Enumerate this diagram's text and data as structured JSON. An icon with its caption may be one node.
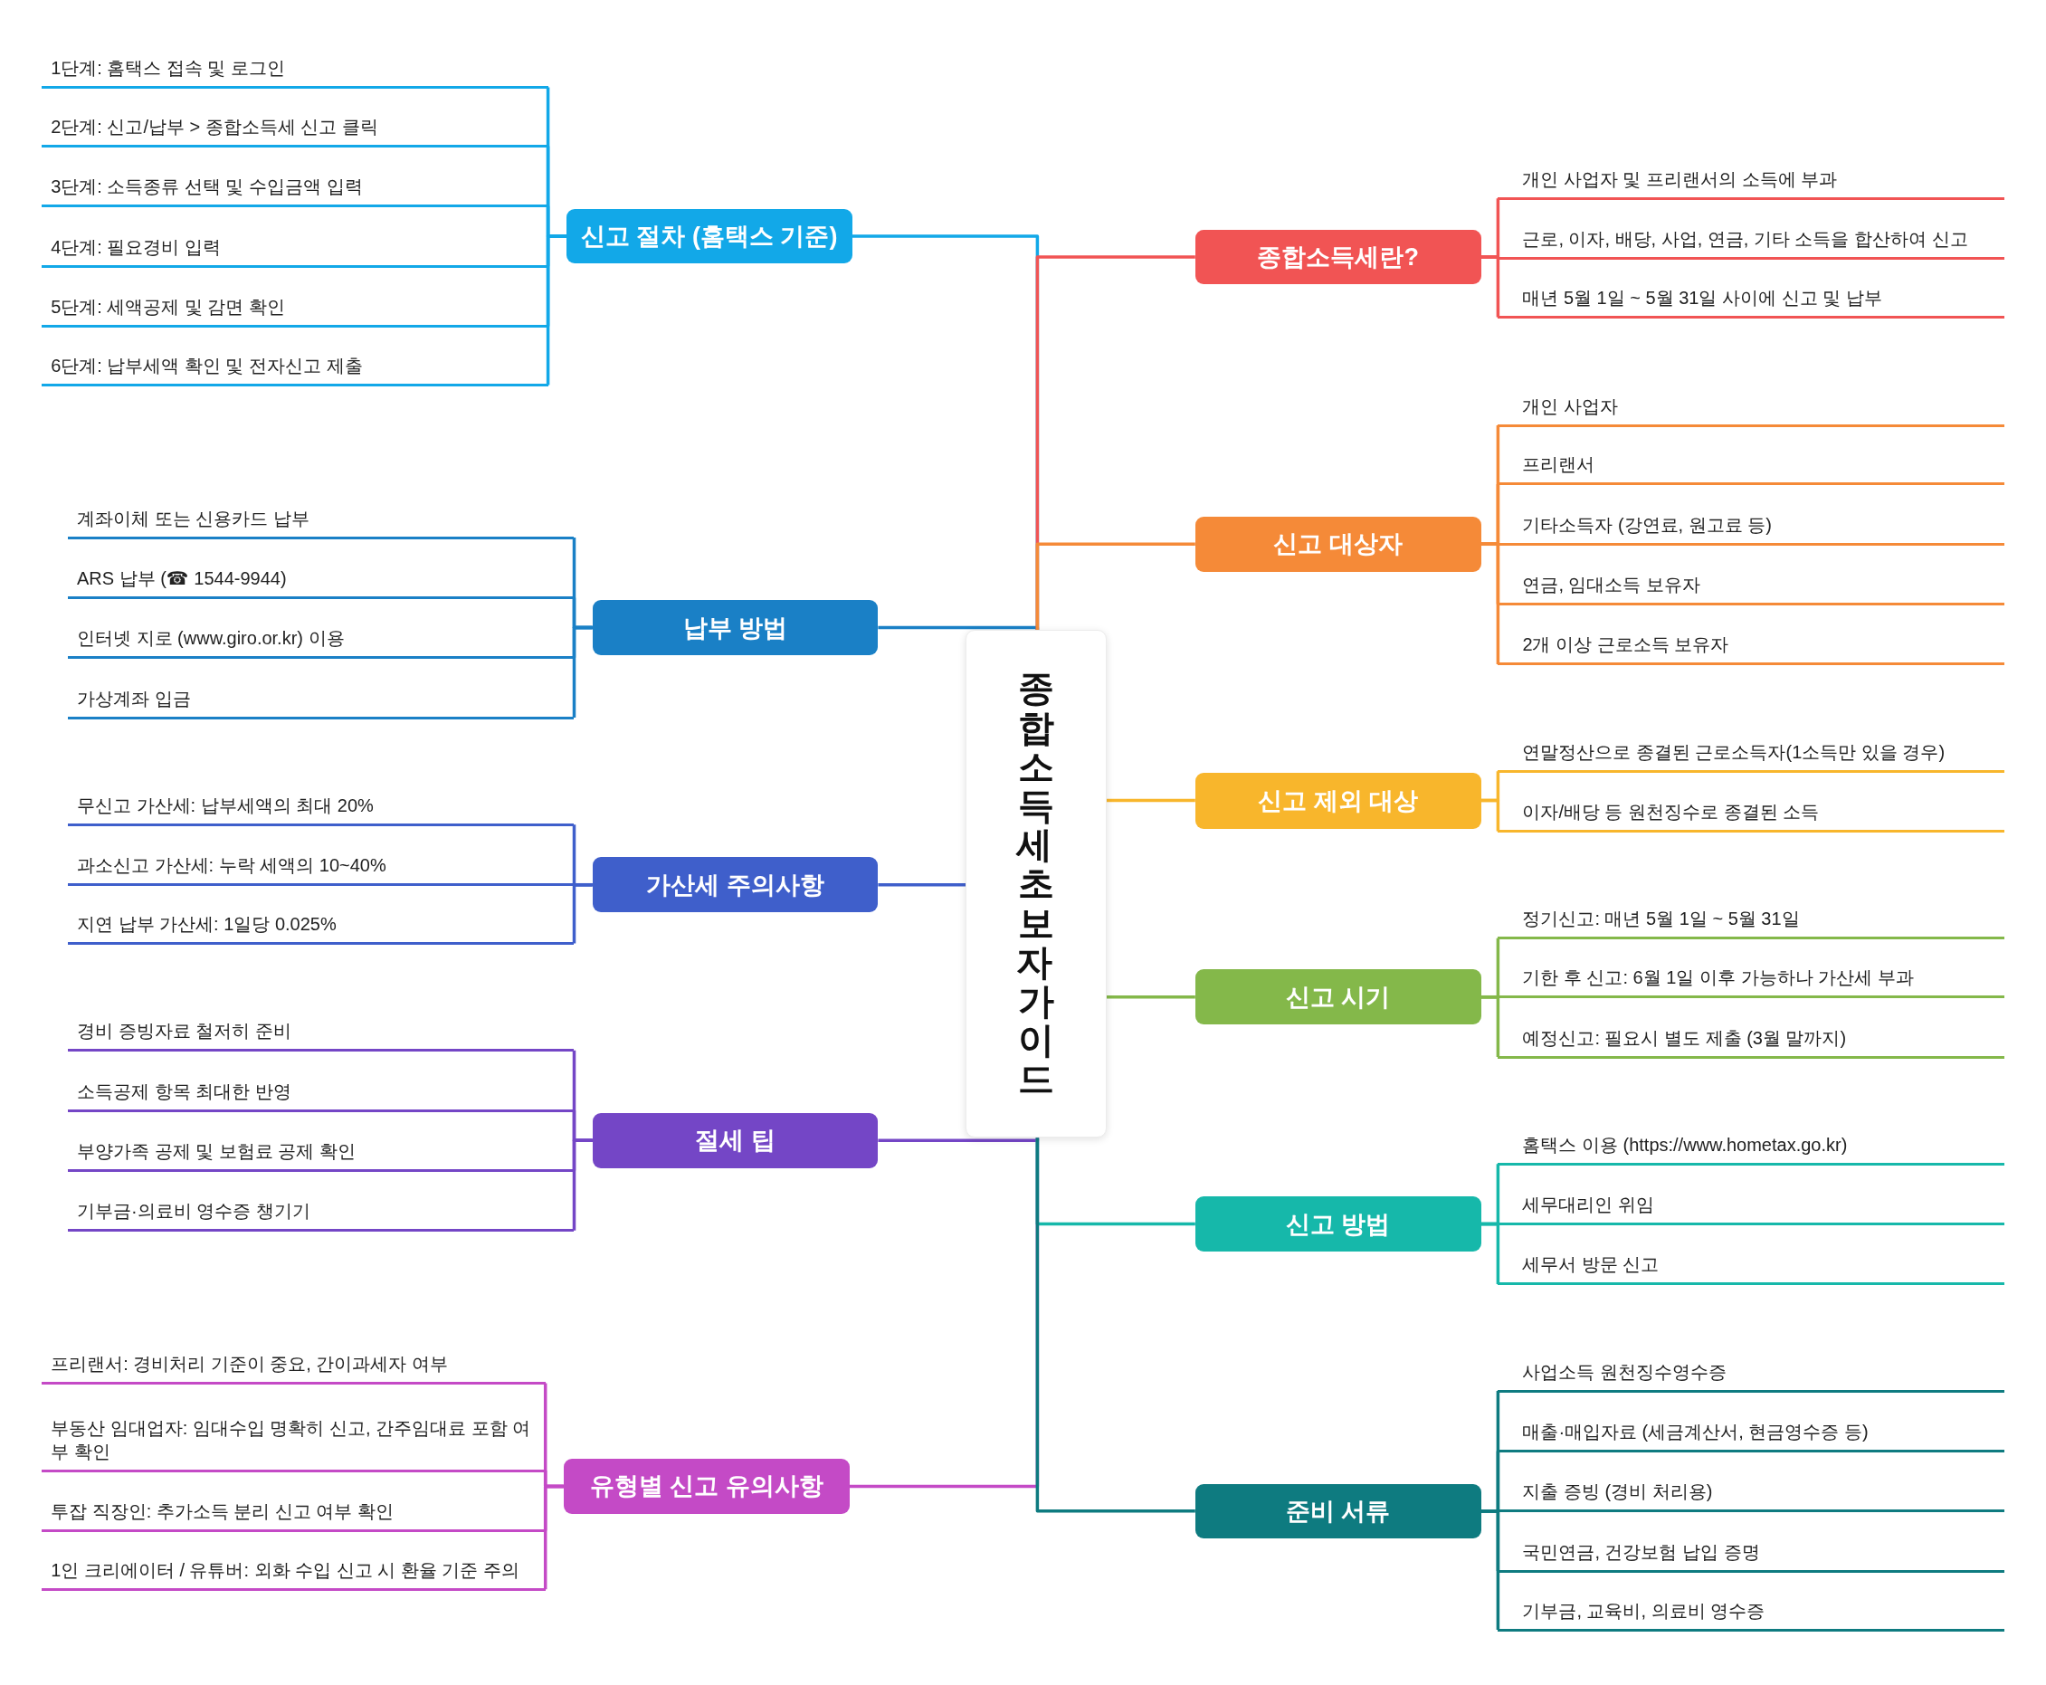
{
  "diagram": {
    "nodes": [
      {
        "text": [
          "종합소득세 초보자 가이드"
        ]
      },
      {
        "text": [
          "신고 절차 (홈택스 기준)"
        ]
      },
      {
        "text": [
          "1단계: 홈택스 접속 및 로그인"
        ]
      },
      {
        "text": [
          "2단계: 신고/납부 > 종합소득세 신고 클릭"
        ]
      },
      {
        "text": [
          "3단계: 소득종류 선택 및 수입금액 입력"
        ]
      },
      {
        "text": [
          "4단계: 필요경비 입력"
        ]
      },
      {
        "text": [
          "5단계: 세액공제 및 감면 확인"
        ]
      },
      {
        "text": [
          "6단계: 납부세액 확인 및 전자신고 제출"
        ]
      },
      {
        "text": [
          "납부 방법"
        ]
      },
      {
        "text": [
          "계좌이체 또는 신용카드 납부"
        ]
      },
      {
        "text": [
          "ARS 납부 (☎ 1544-9944)"
        ]
      },
      {
        "text": [
          "인터넷 지로 (www.giro.or.kr) 이용"
        ]
      },
      {
        "text": [
          "가상계좌 입금"
        ]
      },
      {
        "text": [
          "가산세 주의사항"
        ]
      },
      {
        "text": [
          "무신고 가산세: 납부세액의 최대 20%"
        ]
      },
      {
        "text": [
          "과소신고 가산세: 누락 세액의 10~40%"
        ]
      },
      {
        "text": [
          "지연 납부 가산세: 1일당 0.025%"
        ]
      },
      {
        "text": [
          "절세 팁"
        ]
      },
      {
        "text": [
          "경비 증빙자료 철저히 준비"
        ]
      },
      {
        "text": [
          "소득공제 항목 최대한 반영"
        ]
      },
      {
        "text": [
          "부양가족 공제 및 보험료 공제 확인"
        ]
      },
      {
        "text": [
          "기부금·의료비 영수증 챙기기"
        ]
      },
      {
        "text": [
          "유형별 신고 유의사항"
        ]
      },
      {
        "text": [
          "프리랜서: 경비처리 기준이 중요, 간이과세자 여부"
        ]
      },
      {
        "text": [
          "부동산 임대업자: 임대수입 명확히 신고, 간주임대료 포함 여부 확인"
        ]
      },
      {
        "text": [
          "투잡 직장인: 추가소득 분리 신고 여부 확인"
        ]
      },
      {
        "text": [
          "1인 크리에이터 / 유튜버: 외화 수입 신고 시 환율 기준 주의"
        ]
      },
      {
        "text": [
          "종합소득세란?"
        ]
      },
      {
        "text": [
          "개인 사업자 및 프리랜서의 소득에 부과"
        ]
      },
      {
        "text": [
          "근로, 이자, 배당, 사업, 연금, 기타 소득을 합산하여 신고"
        ]
      },
      {
        "text": [
          "매년 5월 1일 ~ 5월 31일 사이에 신고 및 납부"
        ]
      },
      {
        "text": [
          "신고 대상자"
        ]
      },
      {
        "text": [
          "개인 사업자"
        ]
      },
      {
        "text": [
          "프리랜서"
        ]
      },
      {
        "text": [
          "기타소득자 (강연료, 원고료 등)"
        ]
      },
      {
        "text": [
          "연금, 임대소득 보유자"
        ]
      },
      {
        "text": [
          "2개 이상 근로소득 보유자"
        ]
      },
      {
        "text": [
          "신고 제외 대상"
        ]
      },
      {
        "text": [
          "연말정산으로 종결된 근로소득자(1소득만 있을 경우)"
        ]
      },
      {
        "text": [
          "이자/배당 등 원천징수로 종결된 소득"
        ]
      },
      {
        "text": [
          "신고 시기"
        ]
      },
      {
        "text": [
          "정기신고: 매년 5월 1일 ~ 5월 31일"
        ]
      },
      {
        "text": [
          "기한 후 신고: 6월 1일 이후 가능하나 가산세 부과"
        ]
      },
      {
        "text": [
          "예정신고: 필요시 별도 제출 (3월 말까지)"
        ]
      },
      {
        "text": [
          "신고 방법"
        ]
      },
      {
        "text": [
          "홈택스 이용 (https://www.hometax.go.kr)"
        ]
      },
      {
        "text": [
          "세무대리인 위임"
        ]
      },
      {
        "text": [
          "세무서 방문 신고"
        ]
      },
      {
        "text": [
          "준비 서류"
        ]
      },
      {
        "text": [
          "사업소득 원천징수영수증"
        ]
      },
      {
        "text": [
          "매출·매입자료 (세금계산서, 현금영수증 등)"
        ]
      },
      {
        "text": [
          "지출 증빙 (경비 처리용)"
        ]
      },
      {
        "text": [
          "국민연금, 건강보험 납입 증명"
        ]
      },
      {
        "text": [
          "기부금, 교육비, 의료비 영수증"
        ]
      }
    ],
    "edges": [
      {
        "from": 0,
        "to": 1,
        "arrow": "none",
        "color": "#12a8e8"
      },
      {
        "from": 1,
        "to": 2,
        "arrow": "none",
        "color": "#12a8e8"
      },
      {
        "from": 1,
        "to": 3,
        "arrow": "none",
        "color": "#12a8e8"
      },
      {
        "from": 1,
        "to": 4,
        "arrow": "none",
        "color": "#12a8e8"
      },
      {
        "from": 1,
        "to": 5,
        "arrow": "none",
        "color": "#12a8e8"
      },
      {
        "from": 1,
        "to": 6,
        "arrow": "none",
        "color": "#12a8e8"
      },
      {
        "from": 1,
        "to": 7,
        "arrow": "none",
        "color": "#12a8e8"
      },
      {
        "from": 0,
        "to": 8,
        "arrow": "none",
        "color": "#1a80c6"
      },
      {
        "from": 8,
        "to": 9,
        "arrow": "none",
        "color": "#1a80c6"
      },
      {
        "from": 8,
        "to": 10,
        "arrow": "none",
        "color": "#1a80c6"
      },
      {
        "from": 8,
        "to": 11,
        "arrow": "none",
        "color": "#1a80c6"
      },
      {
        "from": 8,
        "to": 12,
        "arrow": "none",
        "color": "#1a80c6"
      },
      {
        "from": 0,
        "to": 13,
        "arrow": "none",
        "color": "#3f5fcb"
      },
      {
        "from": 13,
        "to": 14,
        "arrow": "none",
        "color": "#3f5fcb"
      },
      {
        "from": 13,
        "to": 15,
        "arrow": "none",
        "color": "#3f5fcb"
      },
      {
        "from": 13,
        "to": 16,
        "arrow": "none",
        "color": "#3f5fcb"
      },
      {
        "from": 0,
        "to": 17,
        "arrow": "none",
        "color": "#7446c6"
      },
      {
        "from": 17,
        "to": 18,
        "arrow": "none",
        "color": "#7446c6"
      },
      {
        "from": 17,
        "to": 19,
        "arrow": "none",
        "color": "#7446c6"
      },
      {
        "from": 17,
        "to": 20,
        "arrow": "none",
        "color": "#7446c6"
      },
      {
        "from": 17,
        "to": 21,
        "arrow": "none",
        "color": "#7446c6"
      },
      {
        "from": 0,
        "to": 22,
        "arrow": "none",
        "color": "#c44ac6"
      },
      {
        "from": 22,
        "to": 23,
        "arrow": "none",
        "color": "#c44ac6"
      },
      {
        "from": 22,
        "to": 24,
        "arrow": "none",
        "color": "#c44ac6"
      },
      {
        "from": 22,
        "to": 25,
        "arrow": "none",
        "color": "#c44ac6"
      },
      {
        "from": 22,
        "to": 26,
        "arrow": "none",
        "color": "#c44ac6"
      },
      {
        "from": 0,
        "to": 27,
        "arrow": "none",
        "color": "#f15454"
      },
      {
        "from": 27,
        "to": 28,
        "arrow": "none",
        "color": "#f15454"
      },
      {
        "from": 27,
        "to": 29,
        "arrow": "none",
        "color": "#f15454"
      },
      {
        "from": 27,
        "to": 30,
        "arrow": "none",
        "color": "#f15454"
      },
      {
        "from": 0,
        "to": 31,
        "arrow": "none",
        "color": "#f58a38"
      },
      {
        "from": 31,
        "to": 32,
        "arrow": "none",
        "color": "#f58a38"
      },
      {
        "from": 31,
        "to": 33,
        "arrow": "none",
        "color": "#f58a38"
      },
      {
        "from": 31,
        "to": 34,
        "arrow": "none",
        "color": "#f58a38"
      },
      {
        "from": 31,
        "to": 35,
        "arrow": "none",
        "color": "#f58a38"
      },
      {
        "from": 31,
        "to": 36,
        "arrow": "none",
        "color": "#f58a38"
      },
      {
        "from": 0,
        "to": 37,
        "arrow": "none",
        "color": "#f8b62c"
      },
      {
        "from": 37,
        "to": 38,
        "arrow": "none",
        "color": "#f8b62c"
      },
      {
        "from": 37,
        "to": 39,
        "arrow": "none",
        "color": "#f8b62c"
      },
      {
        "from": 0,
        "to": 40,
        "arrow": "none",
        "color": "#84b84a"
      },
      {
        "from": 40,
        "to": 41,
        "arrow": "none",
        "color": "#84b84a"
      },
      {
        "from": 40,
        "to": 42,
        "arrow": "none",
        "color": "#84b84a"
      },
      {
        "from": 40,
        "to": 43,
        "arrow": "none",
        "color": "#84b84a"
      },
      {
        "from": 0,
        "to": 44,
        "arrow": "none",
        "color": "#16b8aa"
      },
      {
        "from": 44,
        "to": 45,
        "arrow": "none",
        "color": "#16b8aa"
      },
      {
        "from": 44,
        "to": 46,
        "arrow": "none",
        "color": "#16b8aa"
      },
      {
        "from": 44,
        "to": 47,
        "arrow": "none",
        "color": "#16b8aa"
      },
      {
        "from": 0,
        "to": 48,
        "arrow": "none",
        "color": "#0e7b80"
      },
      {
        "from": 48,
        "to": 49,
        "arrow": "none",
        "color": "#0e7b80"
      },
      {
        "from": 48,
        "to": 50,
        "arrow": "none",
        "color": "#0e7b80"
      },
      {
        "from": 48,
        "to": 51,
        "arrow": "none",
        "color": "#0e7b80"
      },
      {
        "from": 48,
        "to": 52,
        "arrow": "none",
        "color": "#0e7b80"
      },
      {
        "from": 48,
        "to": 53,
        "arrow": "none",
        "color": "#0e7b80"
      }
    ]
  }
}
